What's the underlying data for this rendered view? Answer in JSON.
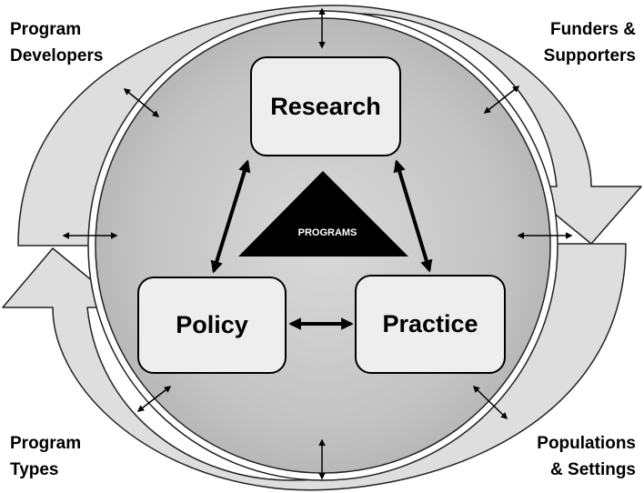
{
  "corners": {
    "top_left": {
      "line1": "Program",
      "line2": "Developers"
    },
    "top_right": {
      "line1": "Funders &",
      "line2": "Supporters"
    },
    "bottom_left": {
      "line1": "Program",
      "line2": "Types"
    },
    "bottom_right": {
      "line1": "Populations",
      "line2": "& Settings"
    }
  },
  "nodes": {
    "research": "Research",
    "policy": "Policy",
    "practice": "Practice"
  },
  "center": {
    "label": "PROGRAMS"
  },
  "colors": {
    "outer_ring": "#dddddd",
    "ring_stroke": "#222222",
    "disc_edge": "#bbbbbb",
    "disc_center": "#d8d8d8",
    "box_fill": "#eeeeee",
    "triangle": "#000000"
  }
}
